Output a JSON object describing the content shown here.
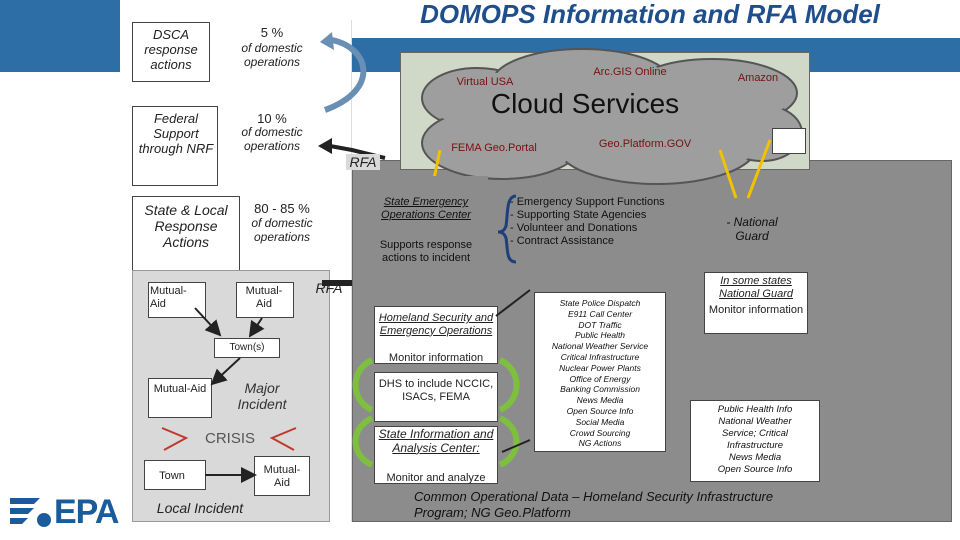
{
  "title": "DOMOPS Information and RFA Model",
  "tiers": {
    "dsca": {
      "label": "DSCA response actions",
      "pct": "5 %",
      "pct_note": "of domestic operations"
    },
    "federal": {
      "label": "Federal Support through NRF",
      "pct": "10 %",
      "pct_note": "of domestic operations"
    },
    "state_local": {
      "label": "State & Local Response Actions",
      "pct": "80 - 85 %",
      "pct_note": "of domestic operations"
    }
  },
  "local": {
    "mutual_aid": "Mutual-Aid",
    "town_s": "Town(s)",
    "major_incident": "Major Incident",
    "crisis": "CRISIS",
    "town": "Town",
    "local_incident": "Local Incident"
  },
  "rfa": "RFA",
  "cloud": {
    "title": "Cloud Services",
    "items": [
      "Arc.GIS Online",
      "Virtual USA",
      "Amazon",
      "FEMA Geo.Portal",
      "Geo.Platform.GOV"
    ]
  },
  "center": {
    "seoc_title": "State Emergency Operations Center",
    "seoc_note": "Supports response actions to incident",
    "hseo_title": "Homeland Security and Emergency Operations",
    "hseo_note": "Monitor information",
    "dhs": "DHS to include NCCIC, ISACs, FEMA",
    "sic_title": "State Information and Analysis Center:",
    "sic_note": "Monitor and analyze"
  },
  "esf": [
    "- Emergency Support Functions",
    "- Supporting State Agencies",
    "- Volunteer and Donations",
    "- Contract Assistance"
  ],
  "national_guard": "- National Guard",
  "ng_states": {
    "title": "In some states National Guard",
    "note": "Monitor information"
  },
  "sources_list": [
    "State Police Dispatch",
    "E911 Call Center",
    "DOT Traffic",
    "Public Health",
    "National Weather Service",
    "Critical Infrastructure",
    "Nuclear Power Plants",
    "Office of Energy",
    "Banking Commission",
    "News Media",
    "Open Source Info",
    "Social Media",
    "Crowd Sourcing",
    "NG Actions"
  ],
  "ng_sources": [
    "Public Health Info",
    "National Weather",
    "Service; Critical",
    "Infrastructure",
    "News Media",
    "Open Source Info"
  ],
  "common_op": "Common Operational Data – Homeland Security Infrastructure Program; NG Geo.Platform",
  "logo_text": "EPA",
  "colors": {
    "header_blue": "#2e6ea6",
    "grey_panel": "#8c8c8c",
    "light_panel": "#d9d9d9",
    "crisis_red": "#c0392b",
    "arrow_yellow": "#f2c200",
    "arrow_green": "#7fbf3f",
    "logo_blue": "#1a5b9c"
  }
}
